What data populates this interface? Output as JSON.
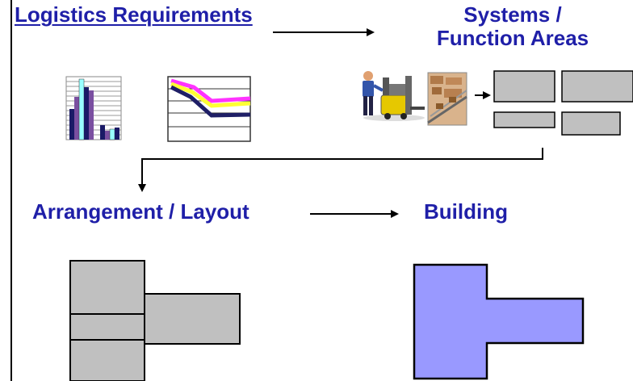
{
  "titles": {
    "logistics_requirements": "Logistics Requirements",
    "systems_line1": "Systems /",
    "systems_line2": "Function Areas",
    "arrangement_layout": "Arrangement / Layout",
    "building": "Building"
  },
  "icons": {
    "bar_chart": "bar-chart-icon",
    "line_chart": "line-chart-icon",
    "worker_forklift": "worker-forklift-icon",
    "warehouse_photo": "warehouse-photo-icon"
  },
  "colors": {
    "title_text": "#1f1fa8",
    "box_fill": "#c0c0c0",
    "building_fill": "#9999ff",
    "line_pink": "#ff33ff",
    "line_yellow": "#ffff33",
    "line_navy": "#1f1f66",
    "bar_purple": "#7a4fa0",
    "bar_navy": "#1a1a66",
    "bar_cyan": "#99ffff"
  }
}
